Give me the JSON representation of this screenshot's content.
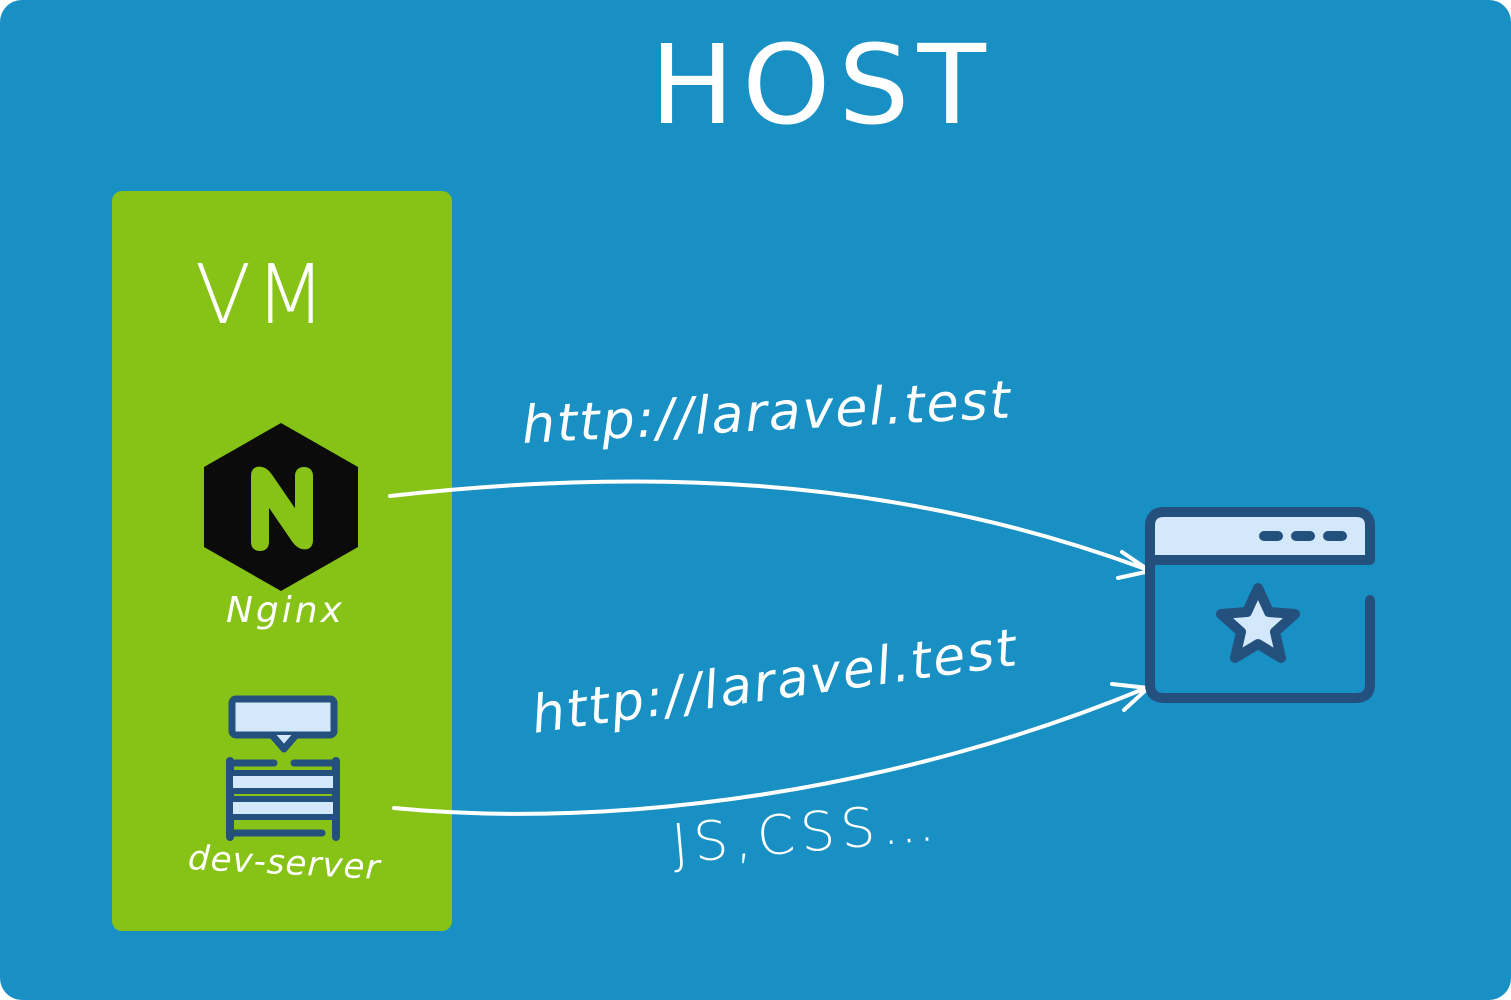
{
  "diagram": {
    "host_title": "HOST",
    "vm": {
      "label": "VM",
      "components": [
        {
          "label": "Nginx",
          "icon": "nginx-hexagon-icon"
        },
        {
          "label": "dev-server",
          "icon": "dev-server-icon"
        }
      ]
    },
    "connections": [
      {
        "from": "Nginx",
        "to": "browser",
        "label": "http://laravel.test"
      },
      {
        "from": "dev-server",
        "to": "browser",
        "label": "http://laravel.test",
        "note": "JS,CSS…"
      }
    ],
    "target": {
      "icon": "browser-window-star-icon"
    }
  },
  "colors": {
    "host_background": "#1890c4",
    "vm_background": "#86c316",
    "nginx_hexagon": "#0b0b0b",
    "nginx_letter": "#86c316",
    "icon_stroke": "#24507d",
    "icon_fill": "#d4e8fb",
    "line": "#ffffff"
  }
}
